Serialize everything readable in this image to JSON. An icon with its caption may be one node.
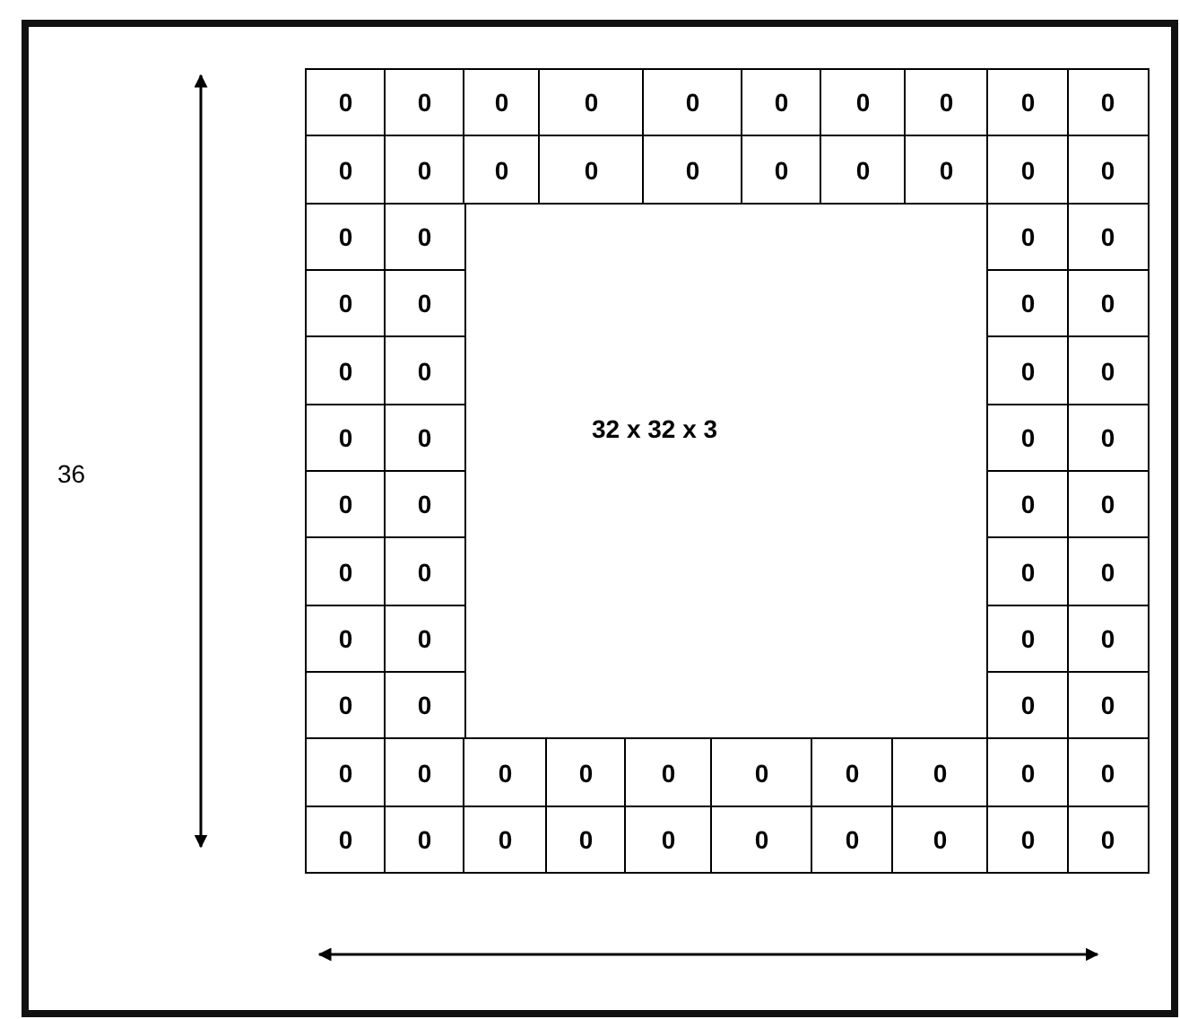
{
  "diagram": {
    "labels": [
      "36",
      "0",
      "0",
      "0",
      "0",
      "0",
      "0",
      "0",
      "0",
      "0",
      "0",
      "0",
      "0",
      "0",
      "0",
      "0",
      "0",
      "0",
      "0",
      "0",
      "0",
      "0",
      "0",
      "0",
      "0",
      "0",
      "0",
      "0",
      "0",
      "0",
      "0",
      "0",
      "0",
      "0",
      "0",
      "32 x 32 x 3",
      "0",
      "0",
      "0",
      "0",
      "0",
      "0",
      "0",
      "0",
      "0",
      "0",
      "0",
      "0",
      "0",
      "0",
      "0",
      "0",
      "0",
      "0",
      "0",
      "0",
      "0",
      "0",
      "0",
      "0",
      "0",
      "0",
      "0",
      "0",
      "0",
      "0",
      "0",
      "0",
      "0",
      "0",
      "0",
      "0",
      "0",
      "0"
    ]
  }
}
